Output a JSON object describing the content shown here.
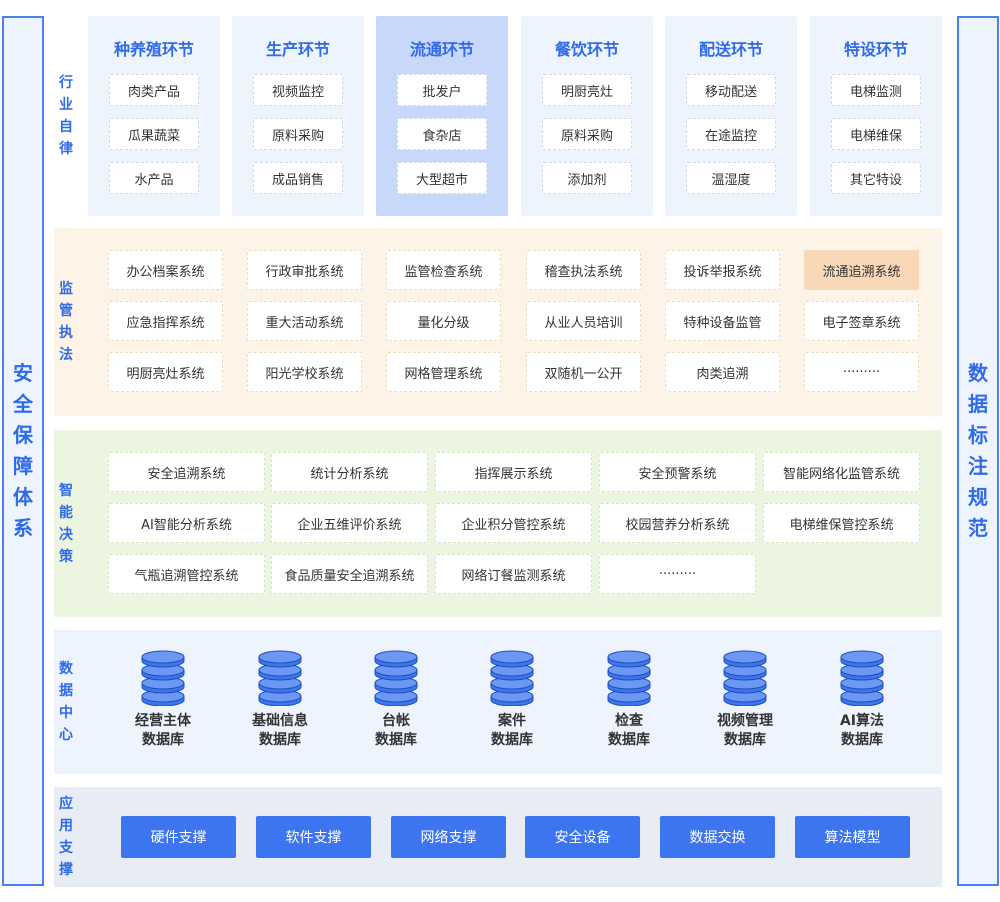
{
  "side_left": [
    "安",
    "全",
    "保",
    "障",
    "体",
    "系"
  ],
  "side_right": [
    "数",
    "据",
    "标",
    "注",
    "规",
    "范"
  ],
  "industry": {
    "label": [
      "行",
      "业",
      "自",
      "律"
    ],
    "columns": [
      {
        "title": "种养殖环节",
        "items": [
          "肉类产品",
          "瓜果蔬菜",
          "水产品"
        ]
      },
      {
        "title": "生产环节",
        "items": [
          "视频监控",
          "原料采购",
          "成品销售"
        ]
      },
      {
        "title": "流通环节",
        "items": [
          "批发户",
          "食杂店",
          "大型超市"
        ]
      },
      {
        "title": "餐饮环节",
        "items": [
          "明厨亮灶",
          "原料采购",
          "添加剂"
        ]
      },
      {
        "title": "配送环节",
        "items": [
          "移动配送",
          "在途监控",
          "温湿度"
        ]
      },
      {
        "title": "特设环节",
        "items": [
          "电梯监测",
          "电梯维保",
          "其它特设"
        ]
      }
    ],
    "highlight_index": 2
  },
  "supervise": {
    "label": [
      "监",
      "管",
      "执",
      "法"
    ],
    "rows": [
      [
        "办公档案系统",
        "行政审批系统",
        "监管检查系统",
        "稽查执法系统",
        "投诉举报系统",
        "流通追溯系统"
      ],
      [
        "应急指挥系统",
        "重大活动系统",
        "量化分级",
        "从业人员培训",
        "特种设备监管",
        "电子签章系统"
      ],
      [
        "明厨亮灶系统",
        "阳光学校系统",
        "网格管理系统",
        "双随机一公开",
        "肉类追溯",
        "·········"
      ]
    ],
    "highlight": "流通追溯系统"
  },
  "decision": {
    "label": [
      "智",
      "能",
      "决",
      "策"
    ],
    "rows": [
      [
        "安全追溯系统",
        "统计分析系统",
        "指挥展示系统",
        "安全预警系统",
        "智能网络化监管系统"
      ],
      [
        "AI智能分析系统",
        "企业五维评价系统",
        "企业积分管控系统",
        "校园营养分析系统",
        "电梯维保管控系统"
      ],
      [
        "气瓶追溯管控系统",
        "食品质量安全追溯系统",
        "网络订餐监测系统",
        "·········"
      ]
    ]
  },
  "datacenter": {
    "label": [
      "数",
      "据",
      "中",
      "心"
    ],
    "icon": "database-icon",
    "databases": [
      {
        "line1": "经营主体",
        "line2": "数据库"
      },
      {
        "line1": "基础信息",
        "line2": "数据库"
      },
      {
        "line1": "台帐",
        "line2": "数据库"
      },
      {
        "line1": "案件",
        "line2": "数据库"
      },
      {
        "line1": "检查",
        "line2": "数据库"
      },
      {
        "line1": "视频管理",
        "line2": "数据库"
      },
      {
        "line1": "AI算法",
        "line2": "数据库"
      }
    ]
  },
  "support": {
    "label": [
      "应",
      "用",
      "支",
      "撑"
    ],
    "buttons": [
      "硬件支撑",
      "软件支撑",
      "网络支撑",
      "安全设备",
      "数据交换",
      "算法模型"
    ]
  },
  "colors": {
    "accent_blue": "#2f6ae8",
    "button_blue": "#3d74f0",
    "row1_bg": "#eef4fe",
    "row1_highlight": "#c7d8fb",
    "row2_bg": "#fdf3e7",
    "row2_highlight": "#f9d8b8",
    "row3_bg": "#ebf5e0",
    "row4_bg": "#eef4fe",
    "row5_bg": "#e7ecf5",
    "db_fill": "#3d74f0"
  }
}
